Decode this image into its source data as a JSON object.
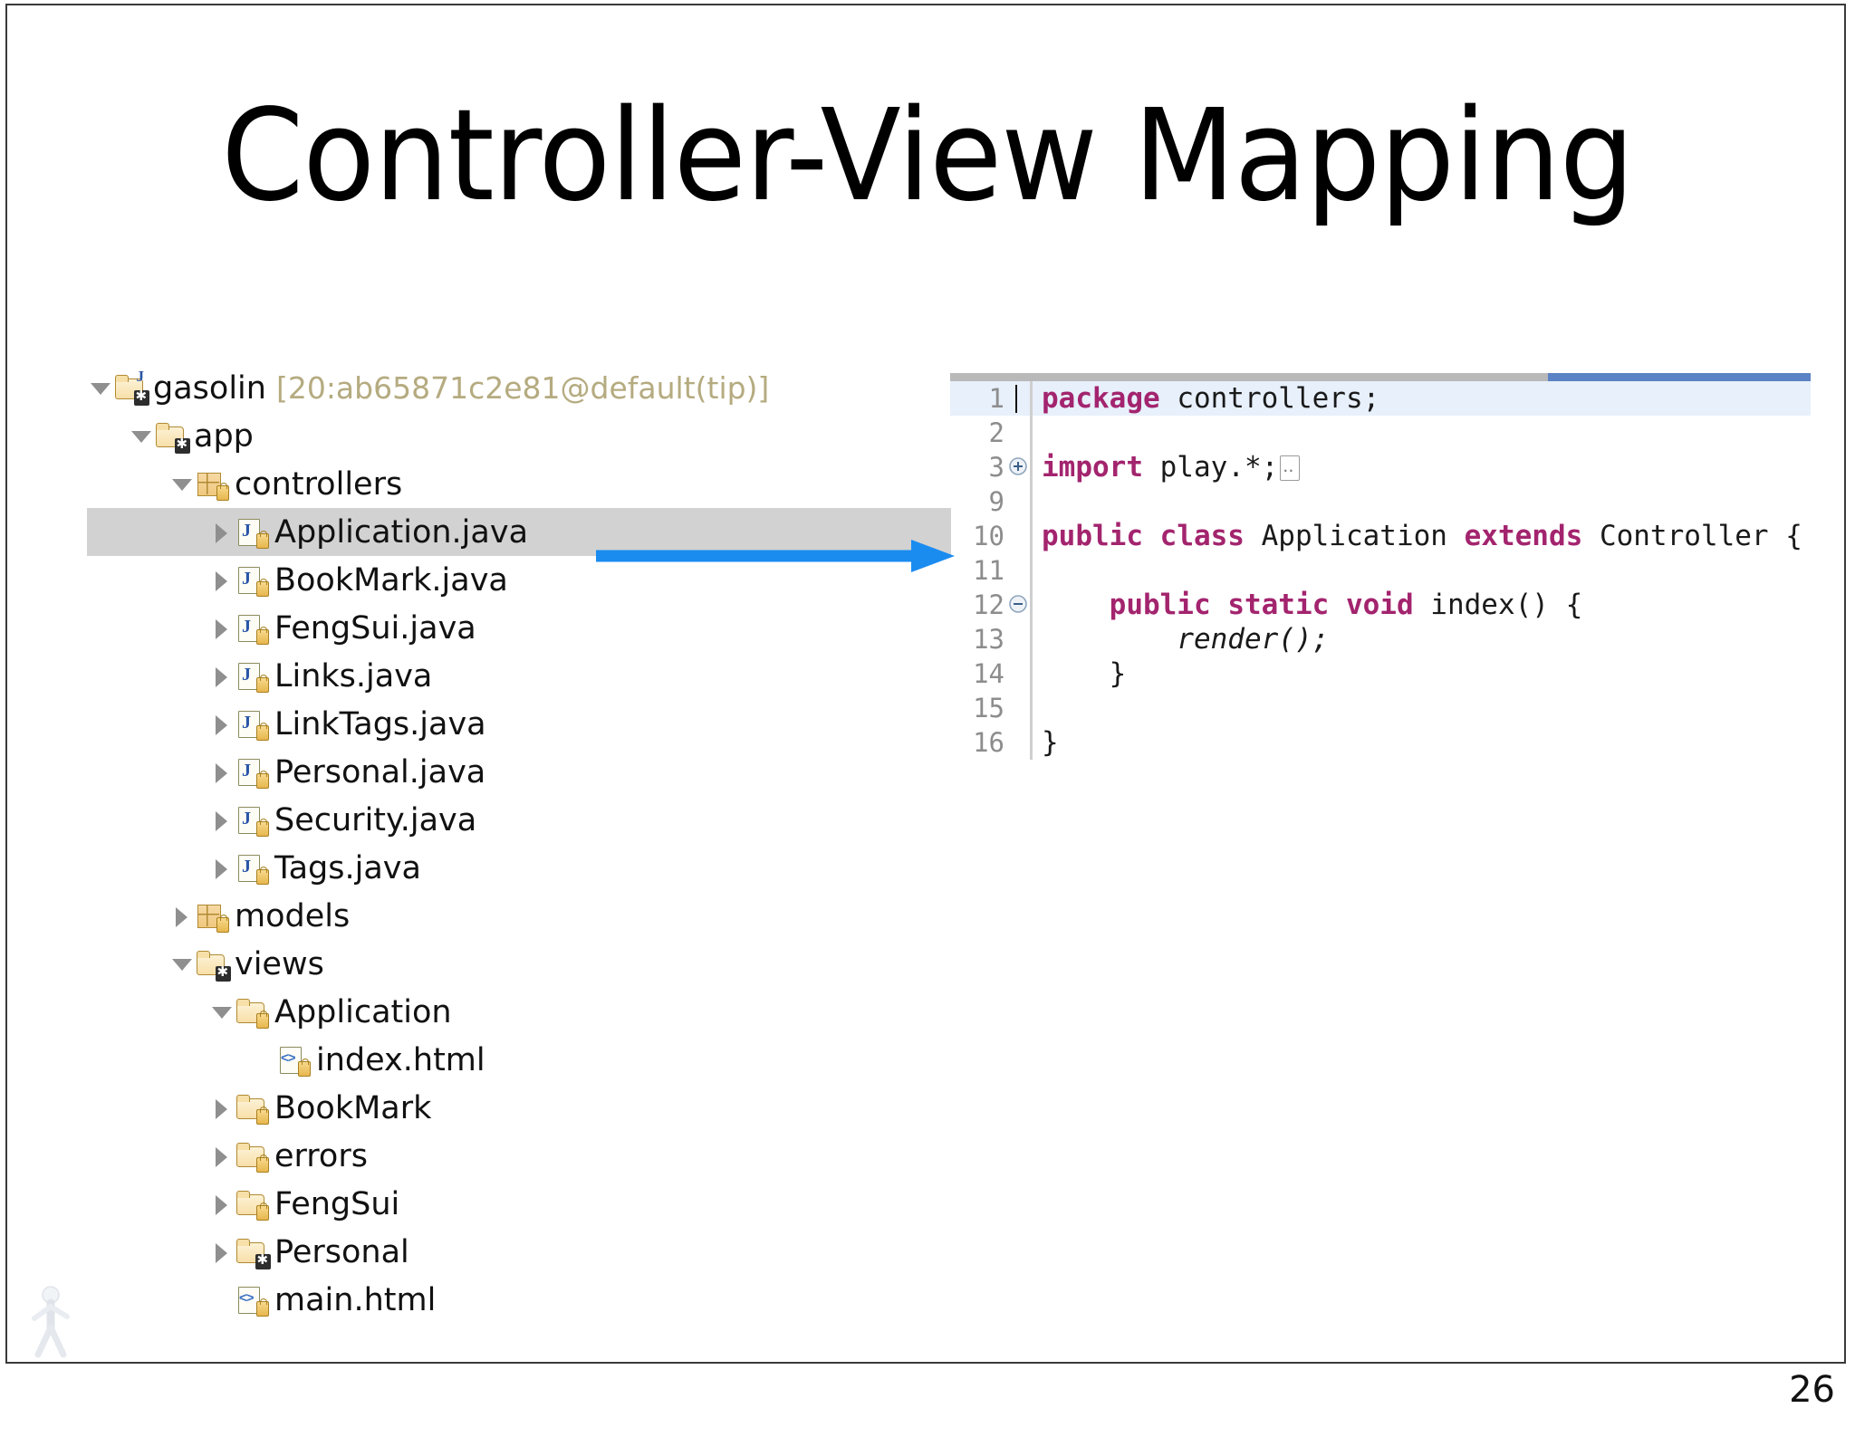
{
  "slide": {
    "title": "Controller-View Mapping",
    "page_number": "26"
  },
  "explorer": {
    "name": "project-explorer-tree",
    "root": {
      "label": "gasolin",
      "revision": "[20:ab65871c2e81@default(tip)]"
    },
    "items": [
      {
        "label": "app",
        "level": 1,
        "twisty": "down",
        "icon": "pkg-folder-star",
        "selected": false
      },
      {
        "label": "controllers",
        "level": 2,
        "twisty": "down",
        "icon": "package-lock",
        "selected": false
      },
      {
        "label": "Application.java",
        "level": 3,
        "twisty": "right",
        "icon": "java-lock",
        "selected": true
      },
      {
        "label": "BookMark.java",
        "level": 3,
        "twisty": "right",
        "icon": "java-lock",
        "selected": false
      },
      {
        "label": "FengSui.java",
        "level": 3,
        "twisty": "right",
        "icon": "java-lock",
        "selected": false
      },
      {
        "label": "Links.java",
        "level": 3,
        "twisty": "right",
        "icon": "java-lock",
        "selected": false
      },
      {
        "label": "LinkTags.java",
        "level": 3,
        "twisty": "right",
        "icon": "java-lock",
        "selected": false
      },
      {
        "label": "Personal.java",
        "level": 3,
        "twisty": "right",
        "icon": "java-lock",
        "selected": false
      },
      {
        "label": "Security.java",
        "level": 3,
        "twisty": "right",
        "icon": "java-lock",
        "selected": false
      },
      {
        "label": "Tags.java",
        "level": 3,
        "twisty": "right",
        "icon": "java-lock",
        "selected": false
      },
      {
        "label": "models",
        "level": 2,
        "twisty": "right",
        "icon": "package-lock",
        "selected": false
      },
      {
        "label": "views",
        "level": 2,
        "twisty": "down",
        "icon": "folder-star",
        "selected": false
      },
      {
        "label": "Application",
        "level": 3,
        "twisty": "down",
        "icon": "folder-lock",
        "selected": false
      },
      {
        "label": "index.html",
        "level": 4,
        "twisty": "none",
        "icon": "html-lock",
        "selected": false
      },
      {
        "label": "BookMark",
        "level": 3,
        "twisty": "right",
        "icon": "folder-lock",
        "selected": false
      },
      {
        "label": "errors",
        "level": 3,
        "twisty": "right",
        "icon": "folder-lock",
        "selected": false
      },
      {
        "label": "FengSui",
        "level": 3,
        "twisty": "right",
        "icon": "folder-lock",
        "selected": false
      },
      {
        "label": "Personal",
        "level": 3,
        "twisty": "right",
        "icon": "folder-star",
        "selected": false
      },
      {
        "label": "main.html",
        "level": 3,
        "twisty": "none",
        "icon": "html-lock",
        "selected": false
      }
    ]
  },
  "editor": {
    "name": "java-code-editor",
    "file": "Application.java",
    "lines": [
      {
        "number": "1",
        "fold": "",
        "current": true,
        "text": "package controllers;",
        "caret": true
      },
      {
        "number": "2",
        "fold": "",
        "current": false,
        "text": "",
        "caret": false
      },
      {
        "number": "3",
        "fold": "+",
        "current": false,
        "text": "import play.*;",
        "caret": false,
        "collapsed": true
      },
      {
        "number": "9",
        "fold": "",
        "current": false,
        "text": "",
        "caret": false
      },
      {
        "number": "10",
        "fold": "",
        "current": false,
        "text": "public class Application extends Controller {",
        "caret": false
      },
      {
        "number": "11",
        "fold": "",
        "current": false,
        "text": "",
        "caret": false
      },
      {
        "number": "12",
        "fold": "−",
        "current": false,
        "text": "    public static void index() {",
        "caret": false
      },
      {
        "number": "13",
        "fold": "",
        "current": false,
        "text": "        render();",
        "caret": false
      },
      {
        "number": "14",
        "fold": "",
        "current": false,
        "text": "    }",
        "caret": false
      },
      {
        "number": "15",
        "fold": "",
        "current": false,
        "text": "",
        "caret": false
      },
      {
        "number": "16",
        "fold": "",
        "current": false,
        "text": "}",
        "caret": false
      }
    ]
  },
  "annotation": {
    "arrow_name": "controller-to-code-arrow",
    "arrow_color": "#1a8cf0",
    "from": "Application.java",
    "to": "public class Application extends Controller {"
  },
  "colors": {
    "selection": "#d2d2d2",
    "current_line": "#e7f0fb",
    "keyword": "#a3246e",
    "revision_label": "#b5ab80",
    "scrollbar_thumb": "#5b82c4"
  }
}
